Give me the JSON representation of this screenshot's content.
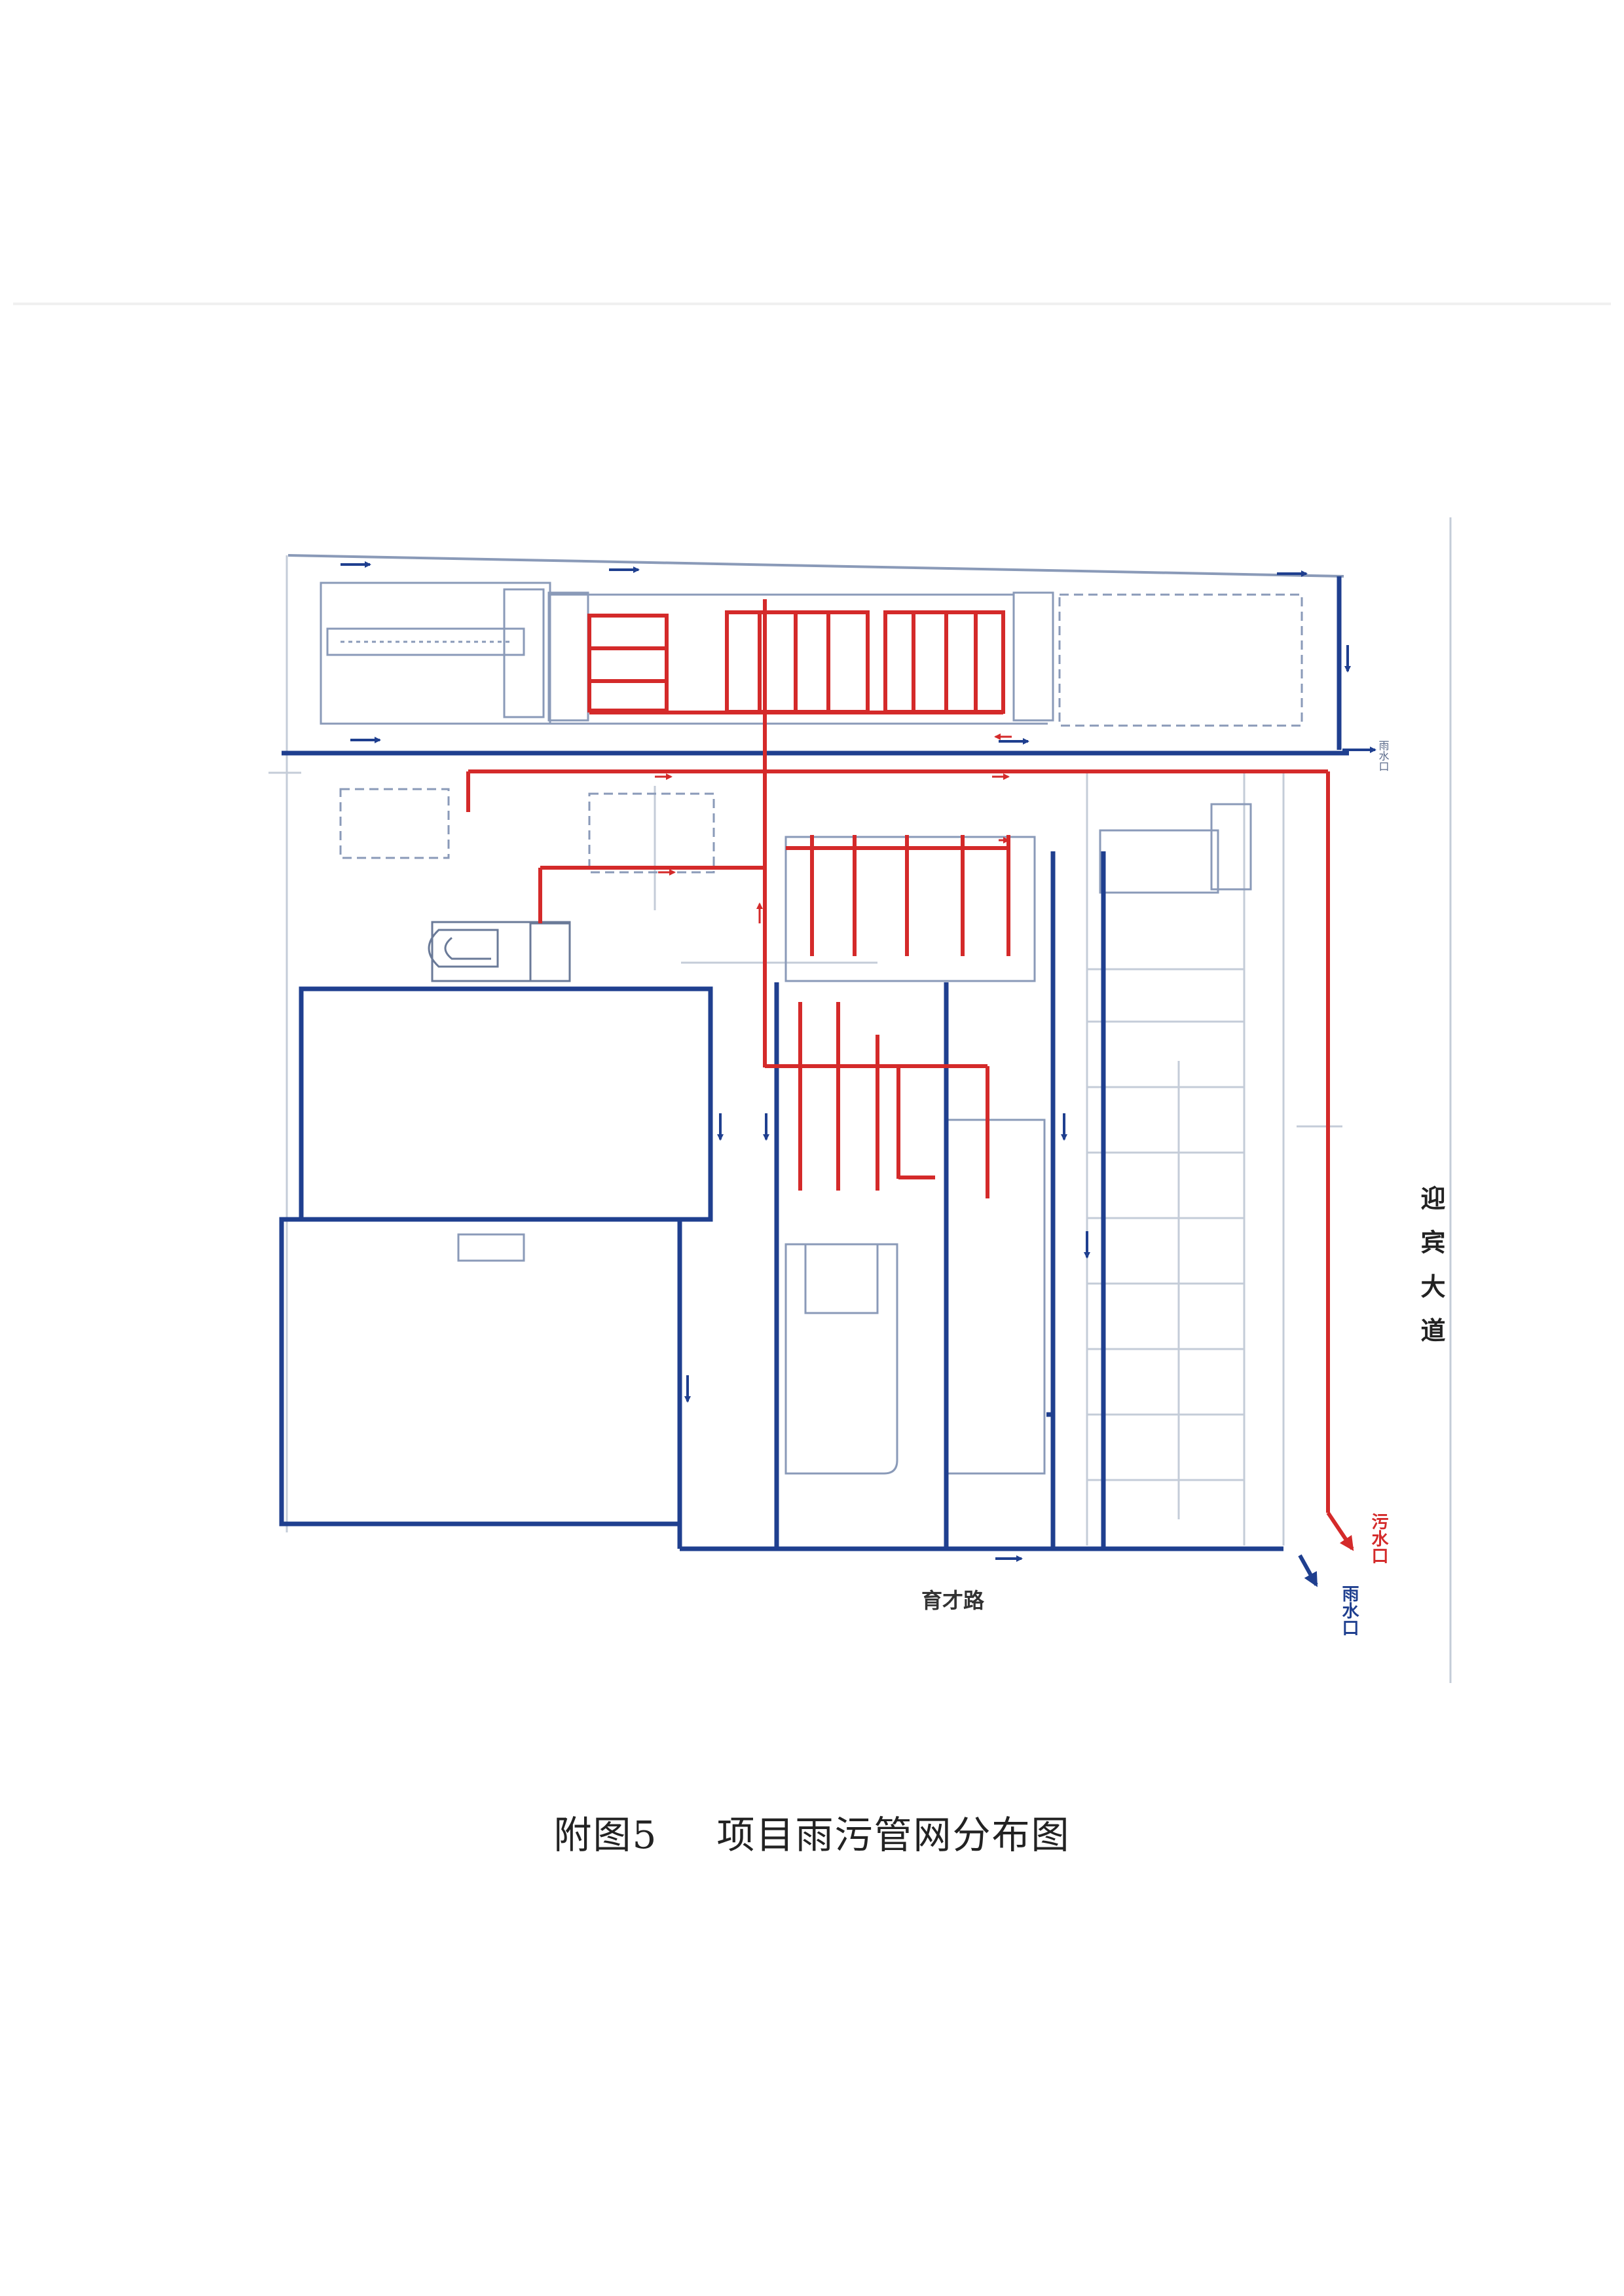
{
  "caption": {
    "figure_no": "附图5",
    "title": "项目雨污管网分布图"
  },
  "map": {
    "road_east": "迎 宾 大 道",
    "road_south": "育才路",
    "rain_outlet": "雨水口",
    "sewage_outlet": "污水口",
    "rain_outlet_top": "雨水口"
  },
  "colors": {
    "rain_pipe": "#1f3f8f",
    "sewage_pipe": "#d42a2a",
    "building_outline": "#8a9ab8",
    "faint_line": "#c4ccd8"
  }
}
